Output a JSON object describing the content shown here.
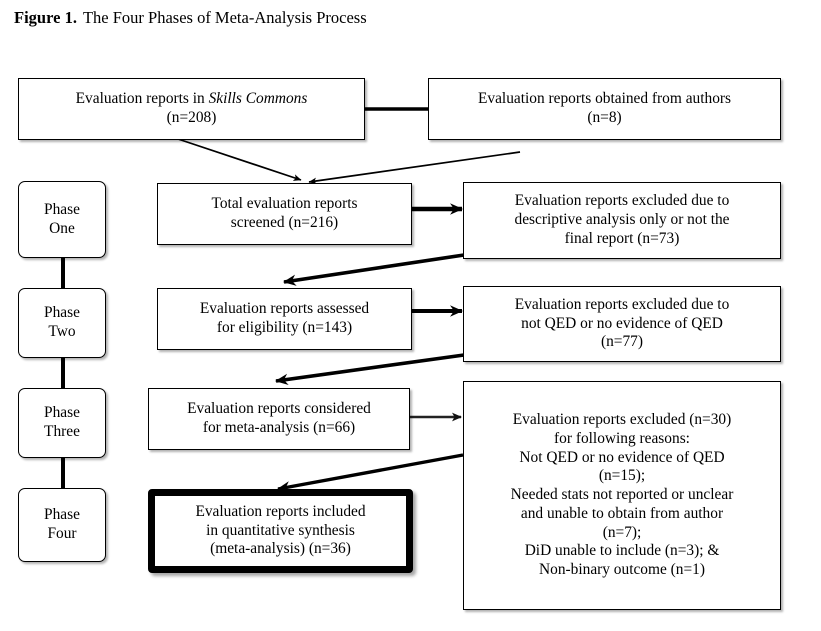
{
  "figure": {
    "label": "Figure 1.",
    "caption": "The Four Phases of Meta-Analysis Process"
  },
  "phases": [
    {
      "id": "phase-one",
      "line1": "Phase",
      "line2": "One"
    },
    {
      "id": "phase-two",
      "line1": "Phase",
      "line2": "Two"
    },
    {
      "id": "phase-three",
      "line1": "Phase",
      "line2": "Three"
    },
    {
      "id": "phase-four",
      "line1": "Phase",
      "line2": "Four"
    }
  ],
  "sources": {
    "skills_commons": {
      "prefix": "Evaluation reports in ",
      "italic": "Skills  Commons",
      "count": "(n=208)"
    },
    "authors": {
      "line1": "Evaluation reports obtained from authors",
      "line2": "(n=8)"
    }
  },
  "flow": {
    "screened": {
      "line1": "Total evaluation reports",
      "line2": "screened (n=216)"
    },
    "assessed": {
      "line1": "Evaluation reports assessed",
      "line2": "for eligibility (n=143)"
    },
    "considered": {
      "line1": "Evaluation reports considered",
      "line2": "for meta-analysis (n=66)"
    },
    "included": {
      "line1": "Evaluation reports included",
      "line2": "in quantitative synthesis",
      "line3": "(meta-analysis) (n=36)"
    }
  },
  "exclusions": {
    "first": {
      "line1": "Evaluation reports excluded due to",
      "line2": "descriptive analysis only or not the",
      "line3": "final report (n=73)"
    },
    "second": {
      "line1": "Evaluation reports excluded due to",
      "line2": "not QED or no evidence of QED",
      "line3": "(n=77)"
    },
    "third": {
      "line1": "Evaluation reports excluded (n=30)",
      "line2": "for following reasons:",
      "line3": "Not QED or no evidence of QED",
      "line4": "(n=15);",
      "line5": "Needed stats not reported or unclear",
      "line6": "and unable to obtain from author",
      "line7": "(n=7);",
      "line8": "DiD unable to include (n=3); &",
      "line9": "Non-binary outcome (n=1)"
    }
  },
  "style": {
    "stroke": "#000000",
    "background": "#ffffff"
  }
}
